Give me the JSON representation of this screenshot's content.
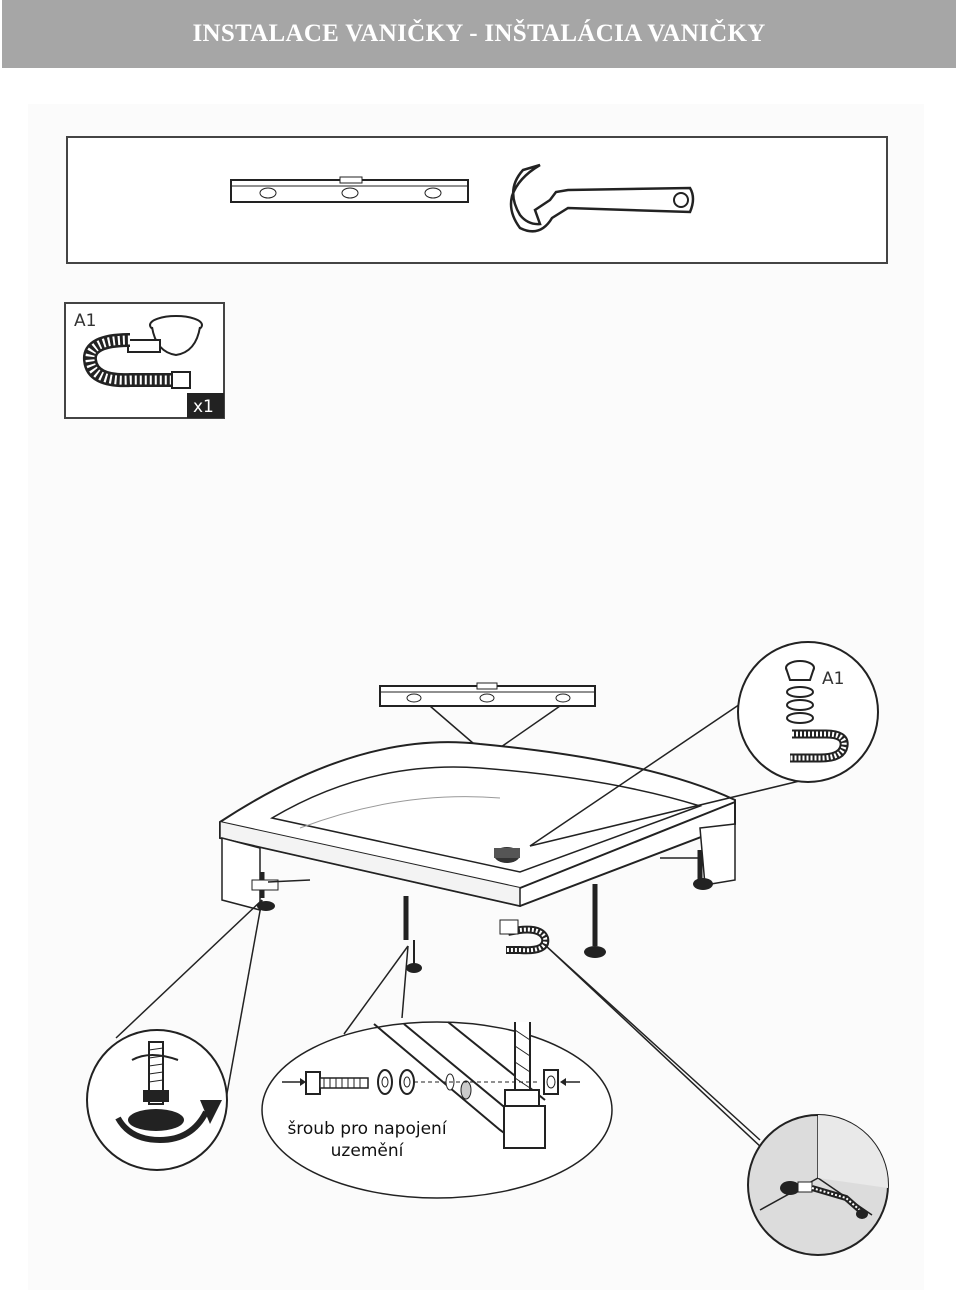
{
  "header": {
    "title": "INSTALACE VANIČKY - INŠTALÁCIA VANIČKY"
  },
  "parts": {
    "code": "A1",
    "quantity": "x1"
  },
  "detail_right": {
    "code": "A1"
  },
  "grounding": {
    "line1": "šroub pro napojení",
    "line2": "uzemění"
  },
  "icons": [
    "spirit-level-icon",
    "wrench-icon",
    "siphon-drain-icon",
    "bolt-icon",
    "washer-icon",
    "nut-icon"
  ]
}
